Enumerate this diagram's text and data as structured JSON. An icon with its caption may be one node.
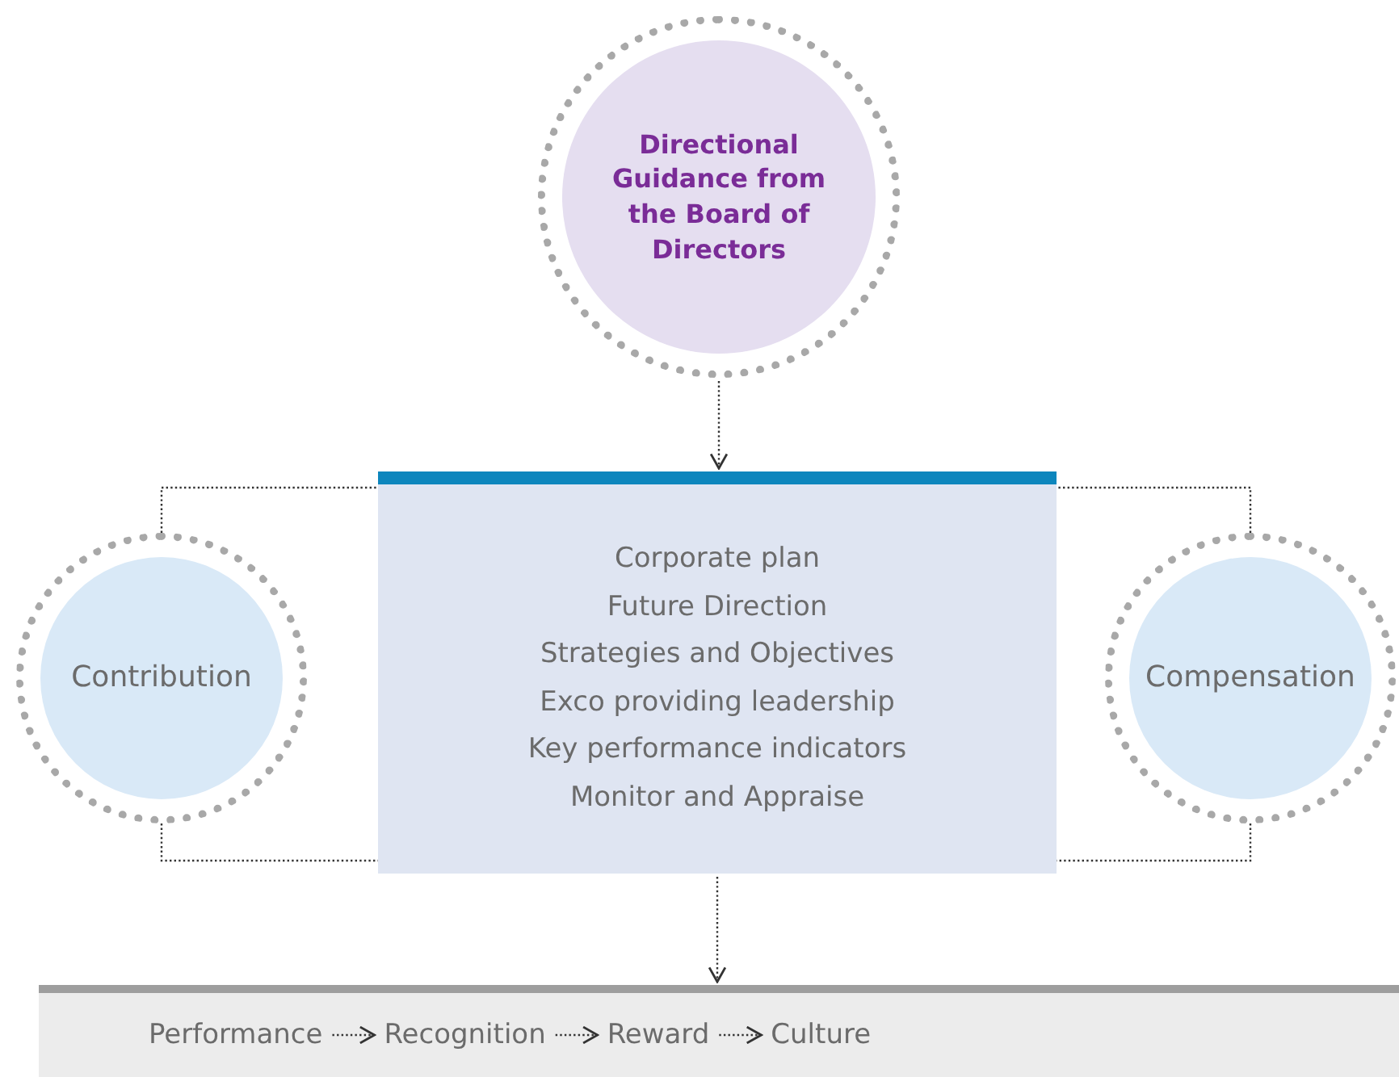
{
  "diagram": {
    "nodes": [
      {
        "text": [
          "Directional Guidance from the Board of Directors"
        ]
      },
      {
        "text": [
          "Corporate plan",
          "Future Direction",
          "Strategies and Objectives",
          "Exco providing leadership",
          "Key performance indicators",
          "Monitor and Appraise"
        ]
      },
      {
        "text": [
          "Contribution"
        ]
      },
      {
        "text": [
          "Compensation"
        ]
      },
      {
        "text": [],
        "shape": "bar"
      },
      {
        "text": [
          "Performance"
        ],
        "in": 4
      },
      {
        "text": [
          "Recognition"
        ],
        "in": 4
      },
      {
        "text": [
          "Reward"
        ],
        "in": 4
      },
      {
        "text": [
          "Culture"
        ],
        "in": 4
      }
    ],
    "edges": [
      {
        "from": 0,
        "to": 1,
        "arrow": "to",
        "style": "dashed"
      },
      {
        "from": 2,
        "to": 1,
        "arrow": "none",
        "style": "dashed"
      },
      {
        "from": 2,
        "to": 1,
        "arrow": "none",
        "style": "dashed"
      },
      {
        "from": 3,
        "to": 1,
        "arrow": "none",
        "style": "dashed"
      },
      {
        "from": 3,
        "to": 1,
        "arrow": "none",
        "style": "dashed"
      },
      {
        "from": 1,
        "to": 4,
        "arrow": "to",
        "style": "dashed"
      },
      {
        "from": 5,
        "to": 6,
        "arrow": "to",
        "style": "dashed"
      },
      {
        "from": 6,
        "to": 7,
        "arrow": "to",
        "style": "dashed"
      },
      {
        "from": 7,
        "to": 8,
        "arrow": "to",
        "style": "dashed"
      }
    ]
  }
}
